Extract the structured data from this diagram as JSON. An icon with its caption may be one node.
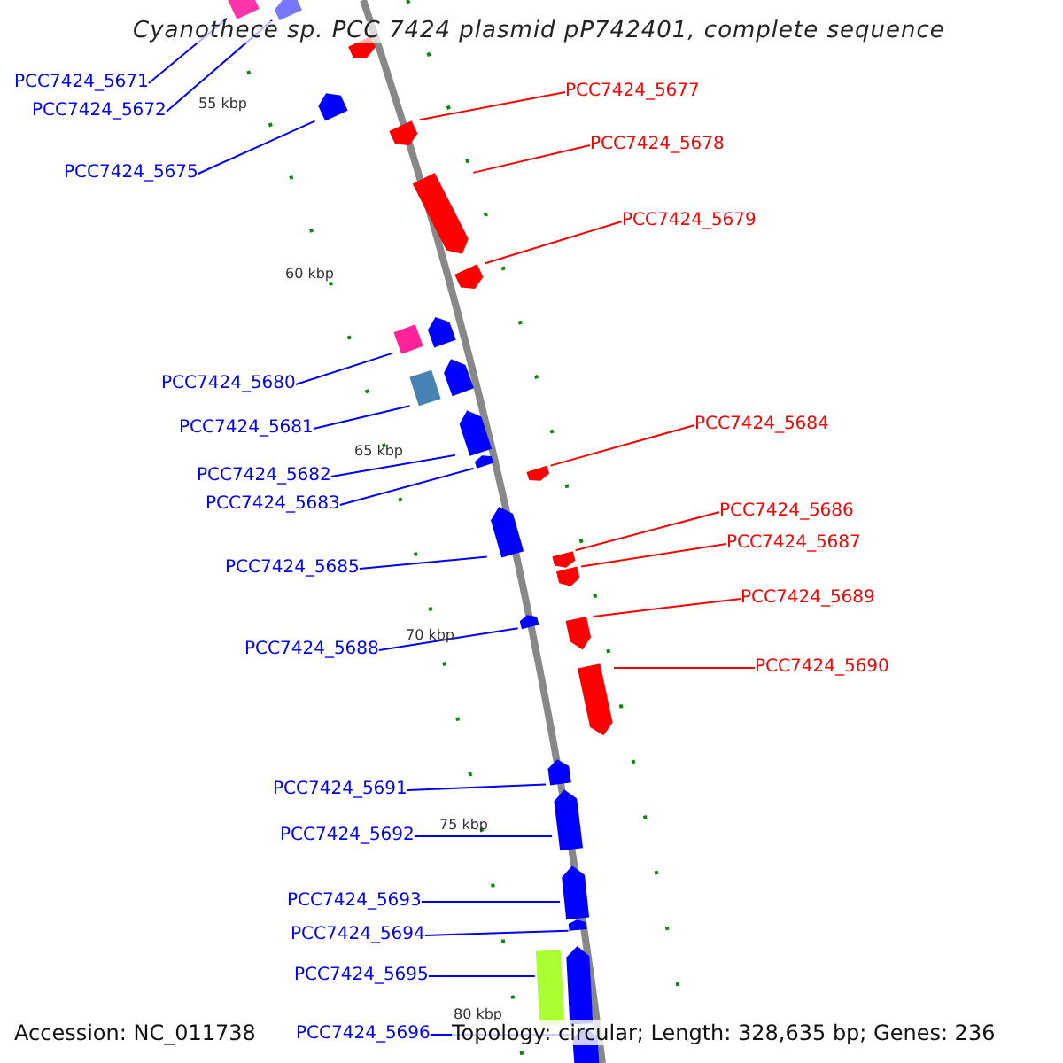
{
  "diagram": {
    "title": "Cyanothece sp. PCC 7424 plasmid pP742401, complete sequence",
    "nodes": [
      {
        "text": [
          "PCC7424_5671"
        ]
      },
      {
        "text": [
          "PCC7424_5672"
        ]
      },
      {
        "text": [
          "PCC7424_5677"
        ]
      },
      {
        "text": [
          "PCC7424_5678"
        ]
      },
      {
        "text": [
          "PCC7424_5675"
        ]
      },
      {
        "text": [
          "PCC7424_5679"
        ]
      },
      {
        "text": [
          "PCC7424_5680"
        ]
      },
      {
        "text": [
          "PCC7424_5684"
        ]
      },
      {
        "text": [
          "PCC7424_5681"
        ]
      },
      {
        "text": [
          "PCC7424_5682"
        ]
      },
      {
        "text": [
          "PCC7424_5683"
        ]
      },
      {
        "text": [
          "PCC7424_5686"
        ]
      },
      {
        "text": [
          "PCC7424_5687"
        ]
      },
      {
        "text": [
          "PCC7424_5685"
        ]
      },
      {
        "text": [
          "PCC7424_5689"
        ]
      },
      {
        "text": [
          "PCC7424_5688"
        ]
      },
      {
        "text": [
          "PCC7424_5690"
        ]
      },
      {
        "text": [
          "PCC7424_5691"
        ]
      },
      {
        "text": [
          "PCC7424_5692"
        ]
      },
      {
        "text": [
          "PCC7424_5693"
        ]
      },
      {
        "text": [
          "PCC7424_5694"
        ]
      },
      {
        "text": [
          "PCC7424_5695"
        ]
      },
      {
        "text": [
          "PCC7424_5696"
        ]
      },
      {
        "text": [],
        "shape": "box"
      },
      {
        "text": [],
        "shape": "box"
      },
      {
        "text": [],
        "shape": "box"
      },
      {
        "text": [],
        "shape": "box"
      },
      {
        "text": [],
        "shape": "box"
      },
      {
        "text": [],
        "shape": "box"
      },
      {
        "text": [],
        "shape": "box"
      },
      {
        "text": [],
        "shape": "box"
      },
      {
        "text": [],
        "shape": "box"
      },
      {
        "text": [],
        "shape": "box"
      },
      {
        "text": [],
        "shape": "box"
      },
      {
        "text": [],
        "shape": "box"
      },
      {
        "text": [],
        "shape": "box"
      },
      {
        "text": [],
        "shape": "box"
      },
      {
        "text": [],
        "shape": "box"
      },
      {
        "text": [],
        "shape": "box"
      },
      {
        "text": [],
        "shape": "box"
      },
      {
        "text": [],
        "shape": "box"
      },
      {
        "text": [],
        "shape": "box"
      },
      {
        "text": [],
        "shape": "box"
      },
      {
        "text": [],
        "shape": "box"
      },
      {
        "text": [],
        "shape": "box"
      },
      {
        "text": [],
        "shape": "box"
      },
      {
        "text": [],
        "shape": "box"
      },
      {
        "text": [],
        "shape": "box"
      },
      {
        "text": [],
        "shape": "box"
      },
      {
        "text": [],
        "shape": "box"
      }
    ],
    "edges": [
      {
        "from": 0,
        "to": 23,
        "arrow": "none"
      },
      {
        "from": 1,
        "to": 24,
        "arrow": "none"
      },
      {
        "from": 2,
        "to": 26,
        "arrow": "none",
        "color": "#ff0000"
      },
      {
        "from": 3,
        "to": 27,
        "arrow": "none",
        "color": "#ff0000"
      },
      {
        "from": 4,
        "to": 25,
        "arrow": "none"
      },
      {
        "from": 5,
        "to": 28,
        "arrow": "none",
        "color": "#ff0000"
      },
      {
        "from": 6,
        "to": 29,
        "arrow": "none"
      },
      {
        "from": 7,
        "to": 32,
        "arrow": "none",
        "color": "#ff0000"
      },
      {
        "from": 8,
        "to": 30,
        "arrow": "none"
      },
      {
        "from": 9,
        "to": 31,
        "arrow": "none"
      },
      {
        "from": 10,
        "to": 33,
        "arrow": "none"
      },
      {
        "from": 11,
        "to": 35,
        "arrow": "none",
        "color": "#ff0000"
      },
      {
        "from": 12,
        "to": 36,
        "arrow": "none",
        "color": "#ff0000"
      },
      {
        "from": 13,
        "to": 34,
        "arrow": "none"
      },
      {
        "from": 14,
        "to": 38,
        "arrow": "none",
        "color": "#ff0000"
      },
      {
        "from": 15,
        "to": 37,
        "arrow": "none"
      },
      {
        "from": 16,
        "to": 39,
        "arrow": "none",
        "color": "#ff0000"
      },
      {
        "from": 17,
        "to": 40,
        "arrow": "none"
      },
      {
        "from": 18,
        "to": 41,
        "arrow": "none"
      },
      {
        "from": 19,
        "to": 42,
        "arrow": "none"
      },
      {
        "from": 20,
        "to": 43,
        "arrow": "none"
      },
      {
        "from": 21,
        "to": 44,
        "arrow": "none"
      },
      {
        "from": 22,
        "to": 45,
        "arrow": "none"
      }
    ],
    "labels": [
      "55 kbp",
      "60 kbp",
      "65 kbp",
      "70 kbp",
      "75 kbp",
      "80 kbp",
      "Accession: NC_011738",
      "Topology: circular; Length: 328,635 bp; Genes: 236"
    ]
  }
}
